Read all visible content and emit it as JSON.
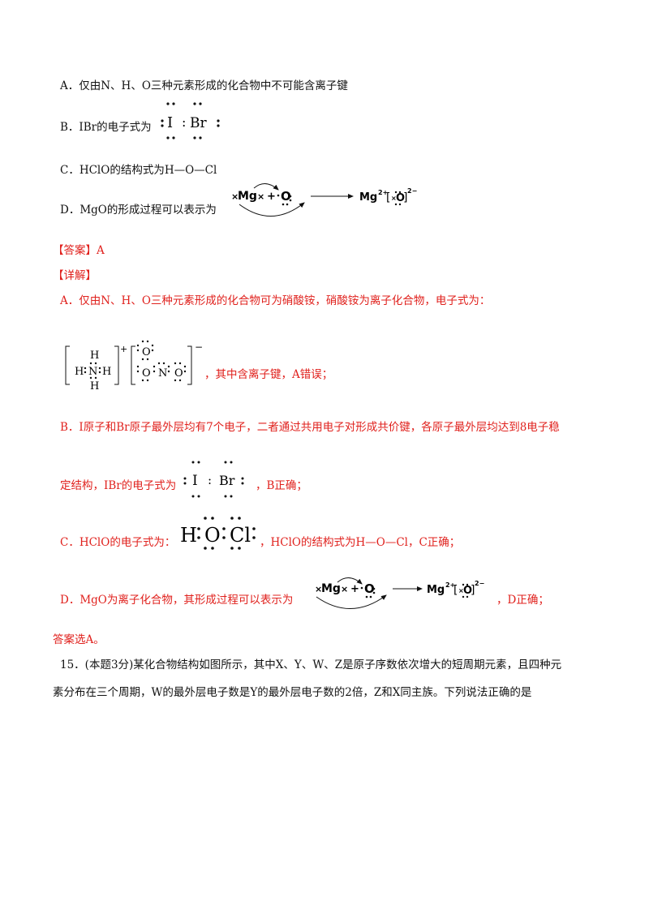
{
  "options": {
    "a": "A．仅由N、H、O三种元素形成的化合物中不可能含离子键",
    "b": "B．IBr的电子式为",
    "c": "C．HClO的结构式为H—O—Cl",
    "d": "D．MgO的形成过程可以表示为"
  },
  "formulas": {
    "ibr": {
      "i": "I",
      "br": "Br",
      "colon": ":"
    },
    "mgo": {
      "mg": "Mg",
      "plus": "+",
      "o": "O",
      "ion": "Mg",
      "charge_pos": "2+",
      "charge_neg": "2−",
      "x": "×"
    },
    "nh4": {
      "h": "H",
      "n": "N",
      "charge": "+"
    },
    "no3": {
      "o": "O",
      "n": "N",
      "charge": "−"
    },
    "hclo": {
      "h": "H",
      "o": "O",
      "cl": "Cl"
    }
  },
  "answer": {
    "label": "【答案】A",
    "detail_label": "【详解】",
    "a_text": "A．仅由N、H、O三种元素形成的化合物可为硝酸铵，硝酸铵为离子化合物，电子式为：",
    "a_tail": "，其中含离子键，A错误；",
    "b_text": "B．I原子和Br原子最外层均有7个电子，二者通过共用电子对形成共价键，各原子最外层均达到8电子稳",
    "b_text2": "定结构，IBr的电子式为",
    "b_tail": "，B正确；",
    "c_text": "C．HClO的电子式为：",
    "c_tail": "，HClO的结构式为H—O—Cl，C正确；",
    "d_text": "D．MgO为离子化合物，其形成过程可以表示为",
    "d_tail": "，D正确；",
    "final": "答案选A。"
  },
  "question15": {
    "line1": "15．(本题3分)某化合物结构如图所示，其中X、Y、W、Z是原子序数依次增大的短周期元素，且四种元",
    "line2": "素分布在三个周期，W的最外层电子数是Y的最外层电子数的2倍，Z和X同主族。下列说法正确的是"
  },
  "colors": {
    "answer_red": "#e0211d",
    "text": "#111111"
  }
}
